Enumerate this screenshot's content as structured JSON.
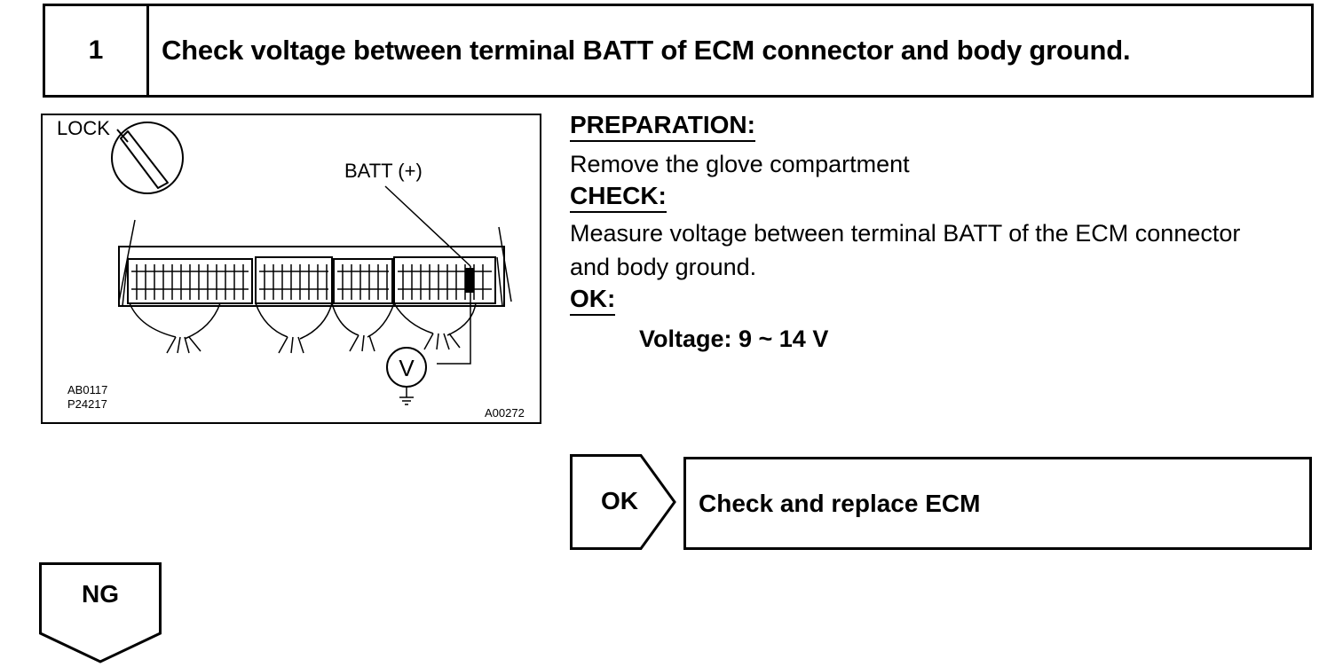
{
  "step": {
    "number": "1",
    "title": "Check voltage between terminal BATT of ECM connector and body ground."
  },
  "figure": {
    "lock_label": "LOCK",
    "batt_label": "BATT (+)",
    "voltmeter_symbol": "V",
    "ref_code_1": "AB0117",
    "ref_code_2": "P24217",
    "figure_code": "A00272"
  },
  "instructions": {
    "preparation_heading": "PREPARATION:",
    "preparation_text": "Remove the glove compartment",
    "check_heading": "CHECK:",
    "check_text_line1": "Measure voltage between terminal BATT of the ECM connector",
    "check_text_line2": "and body ground.",
    "ok_heading": "OK:",
    "ok_spec": "Voltage: 9 ~ 14 V"
  },
  "ok_branch": {
    "label": "OK",
    "result": "Check and replace ECM"
  },
  "ng_branch": {
    "label": "NG"
  }
}
